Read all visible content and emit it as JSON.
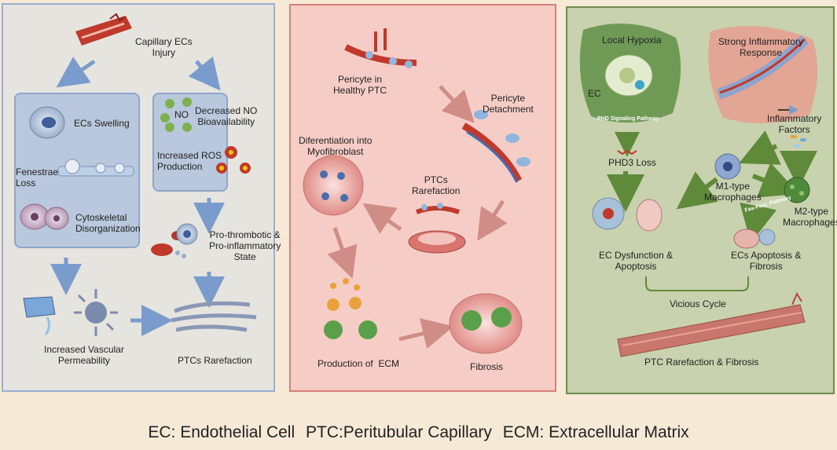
{
  "panel1": {
    "capillary_injury": "Capillary ECs\nInjury",
    "ecs_swelling": "ECs Swelling",
    "fenestrae_loss": "Fenestrae\nLoss",
    "cytoskeletal": "Cytoskeletal\nDisorganization",
    "no_label": "NO",
    "decreased_no": "Decreased NO\nBioavailability",
    "increased_ros": "Increased ROS\nProduction",
    "prothrombotic": "Pro-thrombotic &\nPro-inflammatory\nState",
    "vascular_permeability": "Increased Vascular\nPermeability",
    "ptcs_rarefaction": "PTCs Rarefaction"
  },
  "panel2": {
    "pericyte_healthy": "Pericyte in\nHealthy PTC",
    "pericyte_detachment": "Pericyte\nDetachment",
    "differentiation": "Diferentiation into\nMyofibroblast",
    "ptcs_rarefaction": "PTCs\nRarefaction",
    "production_ecm": "Production of  ECM",
    "fibrosis": "Fibrosis"
  },
  "panel3": {
    "local_hypoxia": "Local Hypoxia",
    "ec_label": "EC",
    "phd_pathway": "PHD Signaling Pathway",
    "strong_inflammatory": "Strong Inflammatory\nResponse",
    "inflammatory_factors": "Inflammatory\nFactors",
    "phd3_loss": "PHD3 Loss",
    "m1_macrophages": "M1-type\nMacrophages",
    "m2_macrophages": "M2-type\nMacrophages",
    "fas_pathway": "Fas-FasL Pathway",
    "ec_dysfunction": "EC Dysfunction &\nApoptosis",
    "ecs_apoptosis": "ECs Apoptosis &\nFibrosis",
    "vicious_cycle": "Vicious Cycle",
    "ptc_rarefaction_fibrosis": "PTC Rarefaction & Fibrosis"
  },
  "footer": {
    "ec": "EC: Endothelial Cell",
    "ptc": "PTC:Peritubular Capillary",
    "ecm": "ECM: Extracellular Matrix"
  },
  "colors": {
    "background": "#f6ead7",
    "panel1_bg": "#e6e4de",
    "panel2_bg": "#f6cdc6",
    "panel3_bg": "#c8d2ae",
    "blue_arrow": "#7a9ccc",
    "red_arrow": "#d08c86",
    "green_arrow": "#5f8a3a"
  }
}
